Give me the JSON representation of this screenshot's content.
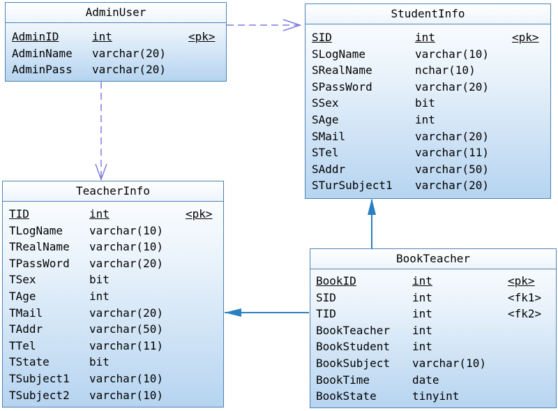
{
  "entities": [
    {
      "id": "AdminUser",
      "title": "AdminUser",
      "columns": [
        {
          "name": "AdminID",
          "type": "int",
          "key": "<pk>",
          "underline": true
        },
        {
          "name": "AdminName",
          "type": "varchar(20)",
          "key": ""
        },
        {
          "name": "AdminPass",
          "type": "varchar(20)",
          "key": ""
        }
      ]
    },
    {
      "id": "StudentInfo",
      "title": "StudentInfo",
      "columns": [
        {
          "name": "SID",
          "type": "int",
          "key": "<pk>",
          "underline": true
        },
        {
          "name": "SLogName",
          "type": "varchar(10)",
          "key": ""
        },
        {
          "name": "SRealName",
          "type": "nchar(10)",
          "key": ""
        },
        {
          "name": "SPassWord",
          "type": "varchar(20)",
          "key": ""
        },
        {
          "name": "SSex",
          "type": "bit",
          "key": ""
        },
        {
          "name": "SAge",
          "type": "int",
          "key": ""
        },
        {
          "name": "SMail",
          "type": "varchar(20)",
          "key": ""
        },
        {
          "name": "STel",
          "type": "varchar(11)",
          "key": ""
        },
        {
          "name": "SAddr",
          "type": "varchar(50)",
          "key": ""
        },
        {
          "name": "STurSubject1",
          "type": "varchar(20)",
          "key": ""
        }
      ]
    },
    {
      "id": "TeacherInfo",
      "title": "TeacherInfo",
      "columns": [
        {
          "name": "TID",
          "type": "int",
          "key": "<pk>",
          "underline": true
        },
        {
          "name": "TLogName",
          "type": "varchar(10)",
          "key": ""
        },
        {
          "name": "TRealName",
          "type": "varchar(10)",
          "key": ""
        },
        {
          "name": "TPassWord",
          "type": "varchar(20)",
          "key": ""
        },
        {
          "name": "TSex",
          "type": "bit",
          "key": ""
        },
        {
          "name": "TAge",
          "type": "int",
          "key": ""
        },
        {
          "name": "TMail",
          "type": "varchar(20)",
          "key": ""
        },
        {
          "name": "TAddr",
          "type": "varchar(50)",
          "key": ""
        },
        {
          "name": "TTel",
          "type": "varchar(11)",
          "key": ""
        },
        {
          "name": "TState",
          "type": "bit",
          "key": ""
        },
        {
          "name": "TSubject1",
          "type": "varchar(10)",
          "key": ""
        },
        {
          "name": "TSubject2",
          "type": "varchar(10)",
          "key": ""
        }
      ]
    },
    {
      "id": "BookTeacher",
      "title": "BookTeacher",
      "columns": [
        {
          "name": "BookID",
          "type": "int",
          "key": "<pk>",
          "underline": true
        },
        {
          "name": "SID",
          "type": "int",
          "key": "<fk1>"
        },
        {
          "name": "TID",
          "type": "int",
          "key": "<fk2>"
        },
        {
          "name": "BookTeacher",
          "type": "int",
          "key": ""
        },
        {
          "name": "BookStudent",
          "type": "int",
          "key": ""
        },
        {
          "name": "BookSubject",
          "type": "varchar(10)",
          "key": ""
        },
        {
          "name": "BookTime",
          "type": "date",
          "key": ""
        },
        {
          "name": "BookState",
          "type": "tinyint",
          "key": ""
        }
      ]
    }
  ],
  "relationships": [
    {
      "from": "AdminUser",
      "to": "StudentInfo",
      "style": "dashed"
    },
    {
      "from": "AdminUser",
      "to": "TeacherInfo",
      "style": "dashed"
    },
    {
      "from": "BookTeacher",
      "to": "StudentInfo",
      "style": "solid",
      "fk": "SID"
    },
    {
      "from": "BookTeacher",
      "to": "TeacherInfo",
      "style": "solid",
      "fk": "TID"
    }
  ],
  "colors": {
    "border": "#4a82b4",
    "dashed_link": "#7a7ae0",
    "solid_link": "#2a7fc0"
  }
}
